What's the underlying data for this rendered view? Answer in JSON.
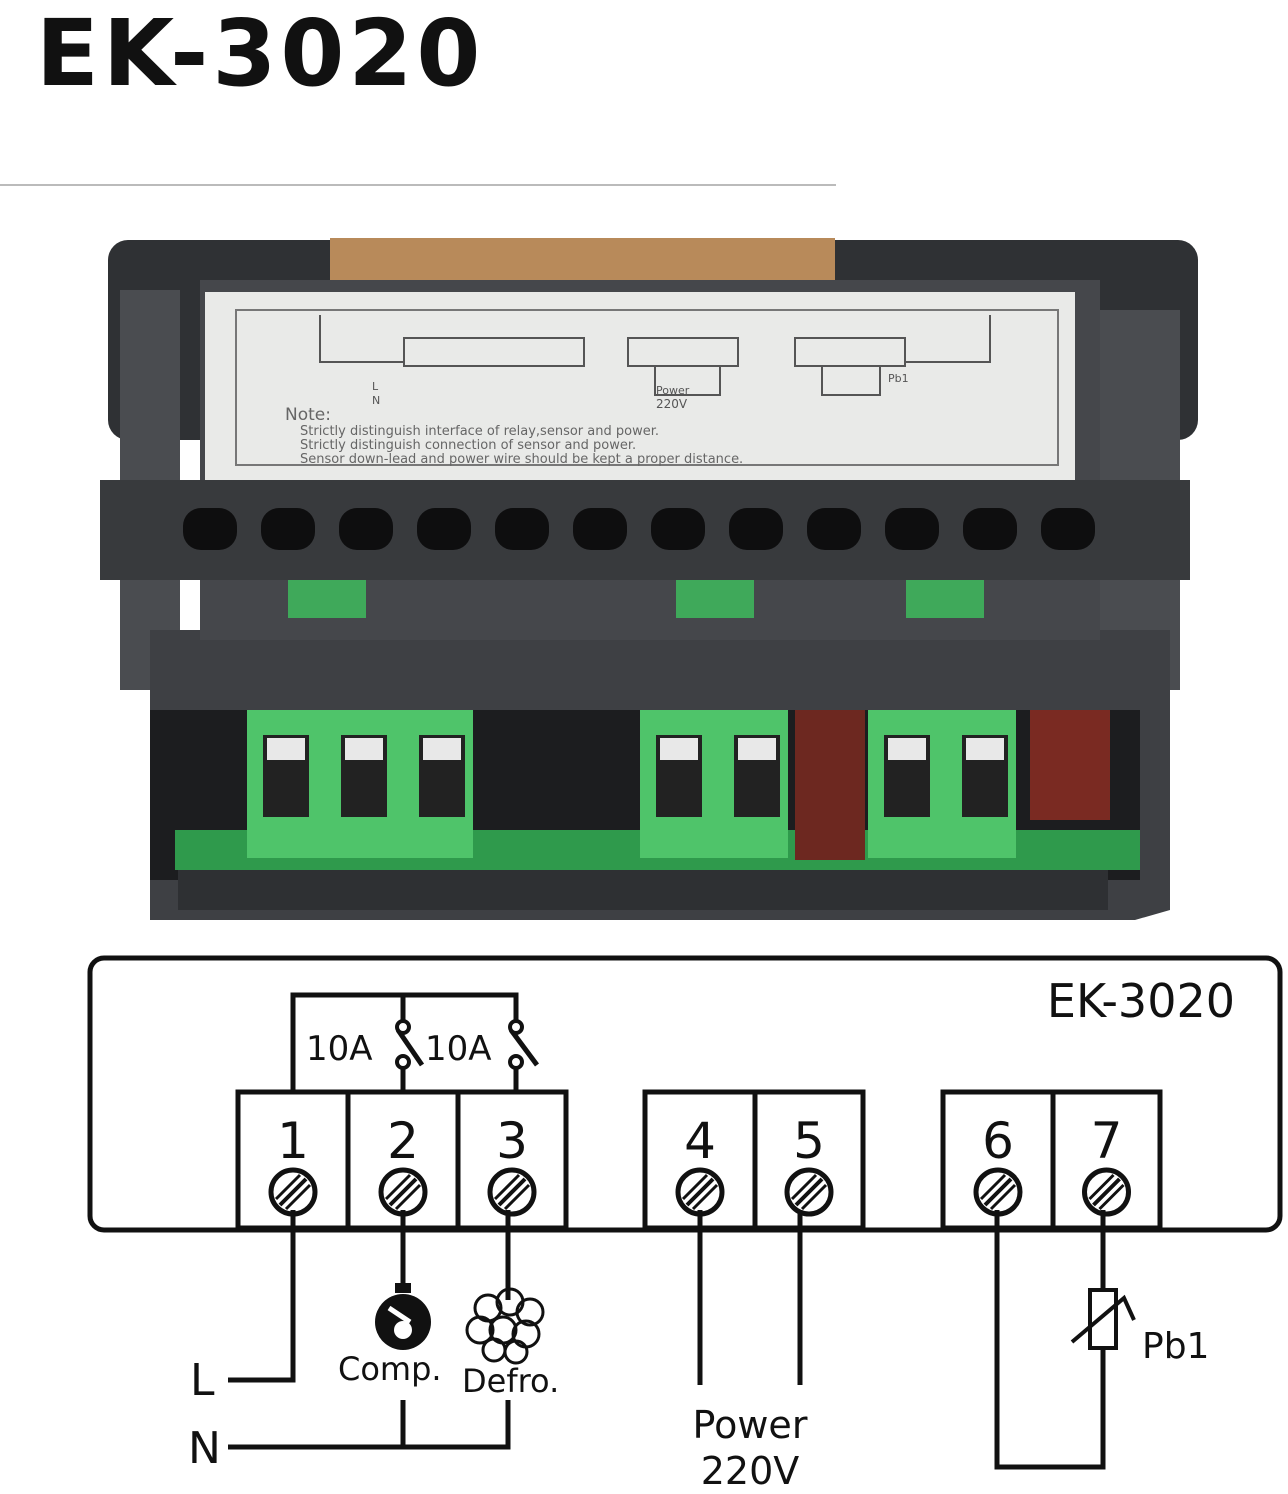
{
  "header": {
    "title": "EK-3020"
  },
  "device_label": {
    "note_heading": "Note:",
    "notes": [
      "Strictly distinguish interface of relay,sensor and power.",
      "Strictly distinguish connection of sensor and power.",
      "Sensor down-lead and power wire should be kept a proper distance."
    ],
    "label_power": "Power",
    "label_voltage": "220V",
    "label_probe": "Pb1",
    "label_line": "L",
    "label_neutral": "N"
  },
  "diagram": {
    "model": "EK-3020",
    "relay_ratings": [
      "10A",
      "10A"
    ],
    "terminals": [
      "1",
      "2",
      "3",
      "4",
      "5",
      "6",
      "7"
    ],
    "line_label": "L",
    "neutral_label": "N",
    "compressor_label": "Comp.",
    "defrost_label": "Defro.",
    "power_label": "Power",
    "voltage_label": "220V",
    "probe_label": "Pb1"
  },
  "colors": {
    "housing": "#3b3d40",
    "terminal_green": "#4fc46a",
    "pcb_green": "#2f9a4c",
    "label_white": "#e9eae8",
    "line": "#111111"
  }
}
